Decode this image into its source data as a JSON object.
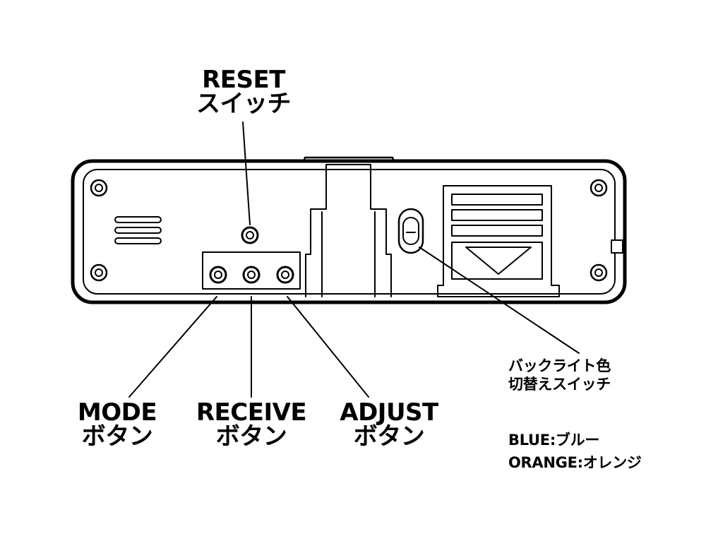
{
  "callouts": {
    "reset": {
      "line1": "RESET",
      "line2": "スイッチ"
    },
    "mode": {
      "line1": "MODE",
      "line2": "ボタン"
    },
    "receive": {
      "line1": "RECEIVE",
      "line2": "ボタン"
    },
    "adjust": {
      "line1": "ADJUST",
      "line2": "ボタン"
    },
    "backlight": {
      "line1": "バックライト色",
      "line2": "切替えスイッチ",
      "note1": "BLUE:ブルー",
      "note2": "ORANGE:オレンジ"
    }
  },
  "colors": {
    "line": "#000000",
    "background": "#ffffff"
  }
}
